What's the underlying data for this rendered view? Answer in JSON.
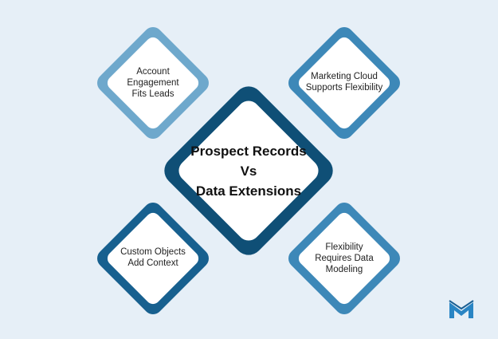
{
  "colors": {
    "background": "#e6eff7",
    "light_blue": "#6ea8cc",
    "mid_blue": "#3d88b8",
    "dark_blue": "#17608f",
    "center_dark": "#0f4f76",
    "inner_white": "#ffffff"
  },
  "diagram": {
    "center": {
      "line1": "Prospect Records",
      "line2": "Vs",
      "line3": "Data Extensions"
    },
    "nodes": [
      {
        "id": "top-left",
        "text": "Account\nEngagement\nFits Leads",
        "color": "light_blue"
      },
      {
        "id": "top-right",
        "text": "Marketing Cloud\nSupports Flexibility",
        "color": "mid_blue"
      },
      {
        "id": "bottom-left",
        "text": "Custom Objects\nAdd Context",
        "color": "dark_blue"
      },
      {
        "id": "bottom-right",
        "text": "Flexibility\nRequires Data\nModeling",
        "color": "mid_blue"
      }
    ]
  },
  "logo": {
    "icon": "brand-m-logo-icon"
  }
}
